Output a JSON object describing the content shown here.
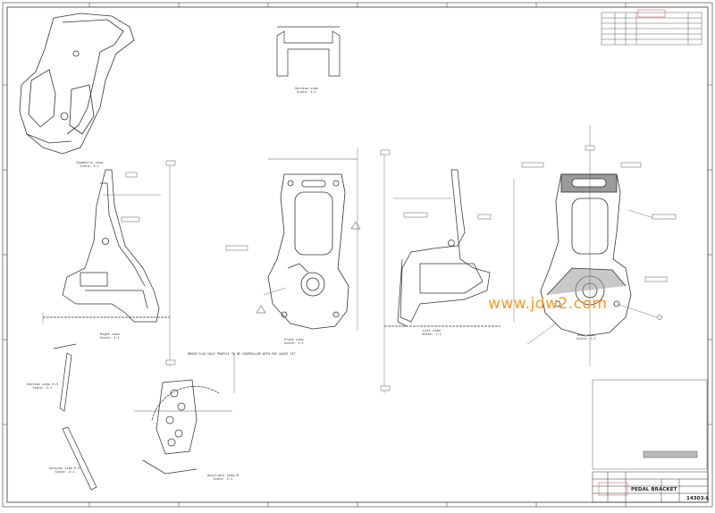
{
  "views": {
    "isometric": {
      "name": "Isometric view",
      "scale": "Scale: 1:1"
    },
    "section_top": {
      "name": "Section view",
      "scale": "Scale: 1:1"
    },
    "right": {
      "name": "Right view",
      "scale": "Scale: 1:1"
    },
    "front": {
      "name": "Front view",
      "scale": "Scale: 1:1"
    },
    "left": {
      "name": "Left view",
      "scale": "Scale: 1:1"
    },
    "rear": {
      "name": "Rear view",
      "scale": "Scale: 1:1"
    },
    "section_hh": {
      "name": "Section view H-H",
      "scale": "Scale: 2:1"
    },
    "section_ee": {
      "name": "Section view E-E",
      "scale": "Scale: 2:1"
    },
    "auxiliary": {
      "name": "Auxiliary view B",
      "scale": "Scale: 2:1"
    }
  },
  "annotation_main": "BRUSH FLAG HOLE PROFILE TO BE CONTROLLED WITH POS GAUGE  127",
  "watermark": "www.jdw2.com",
  "title_block": {
    "part_name": "PEDAL BRACKET",
    "drawing_number": "14303-L"
  },
  "colors": {
    "line": "#333333",
    "watermark": "#f39b28",
    "stamp_border": "#d04040",
    "stamp_text": "#2d3fbf"
  }
}
